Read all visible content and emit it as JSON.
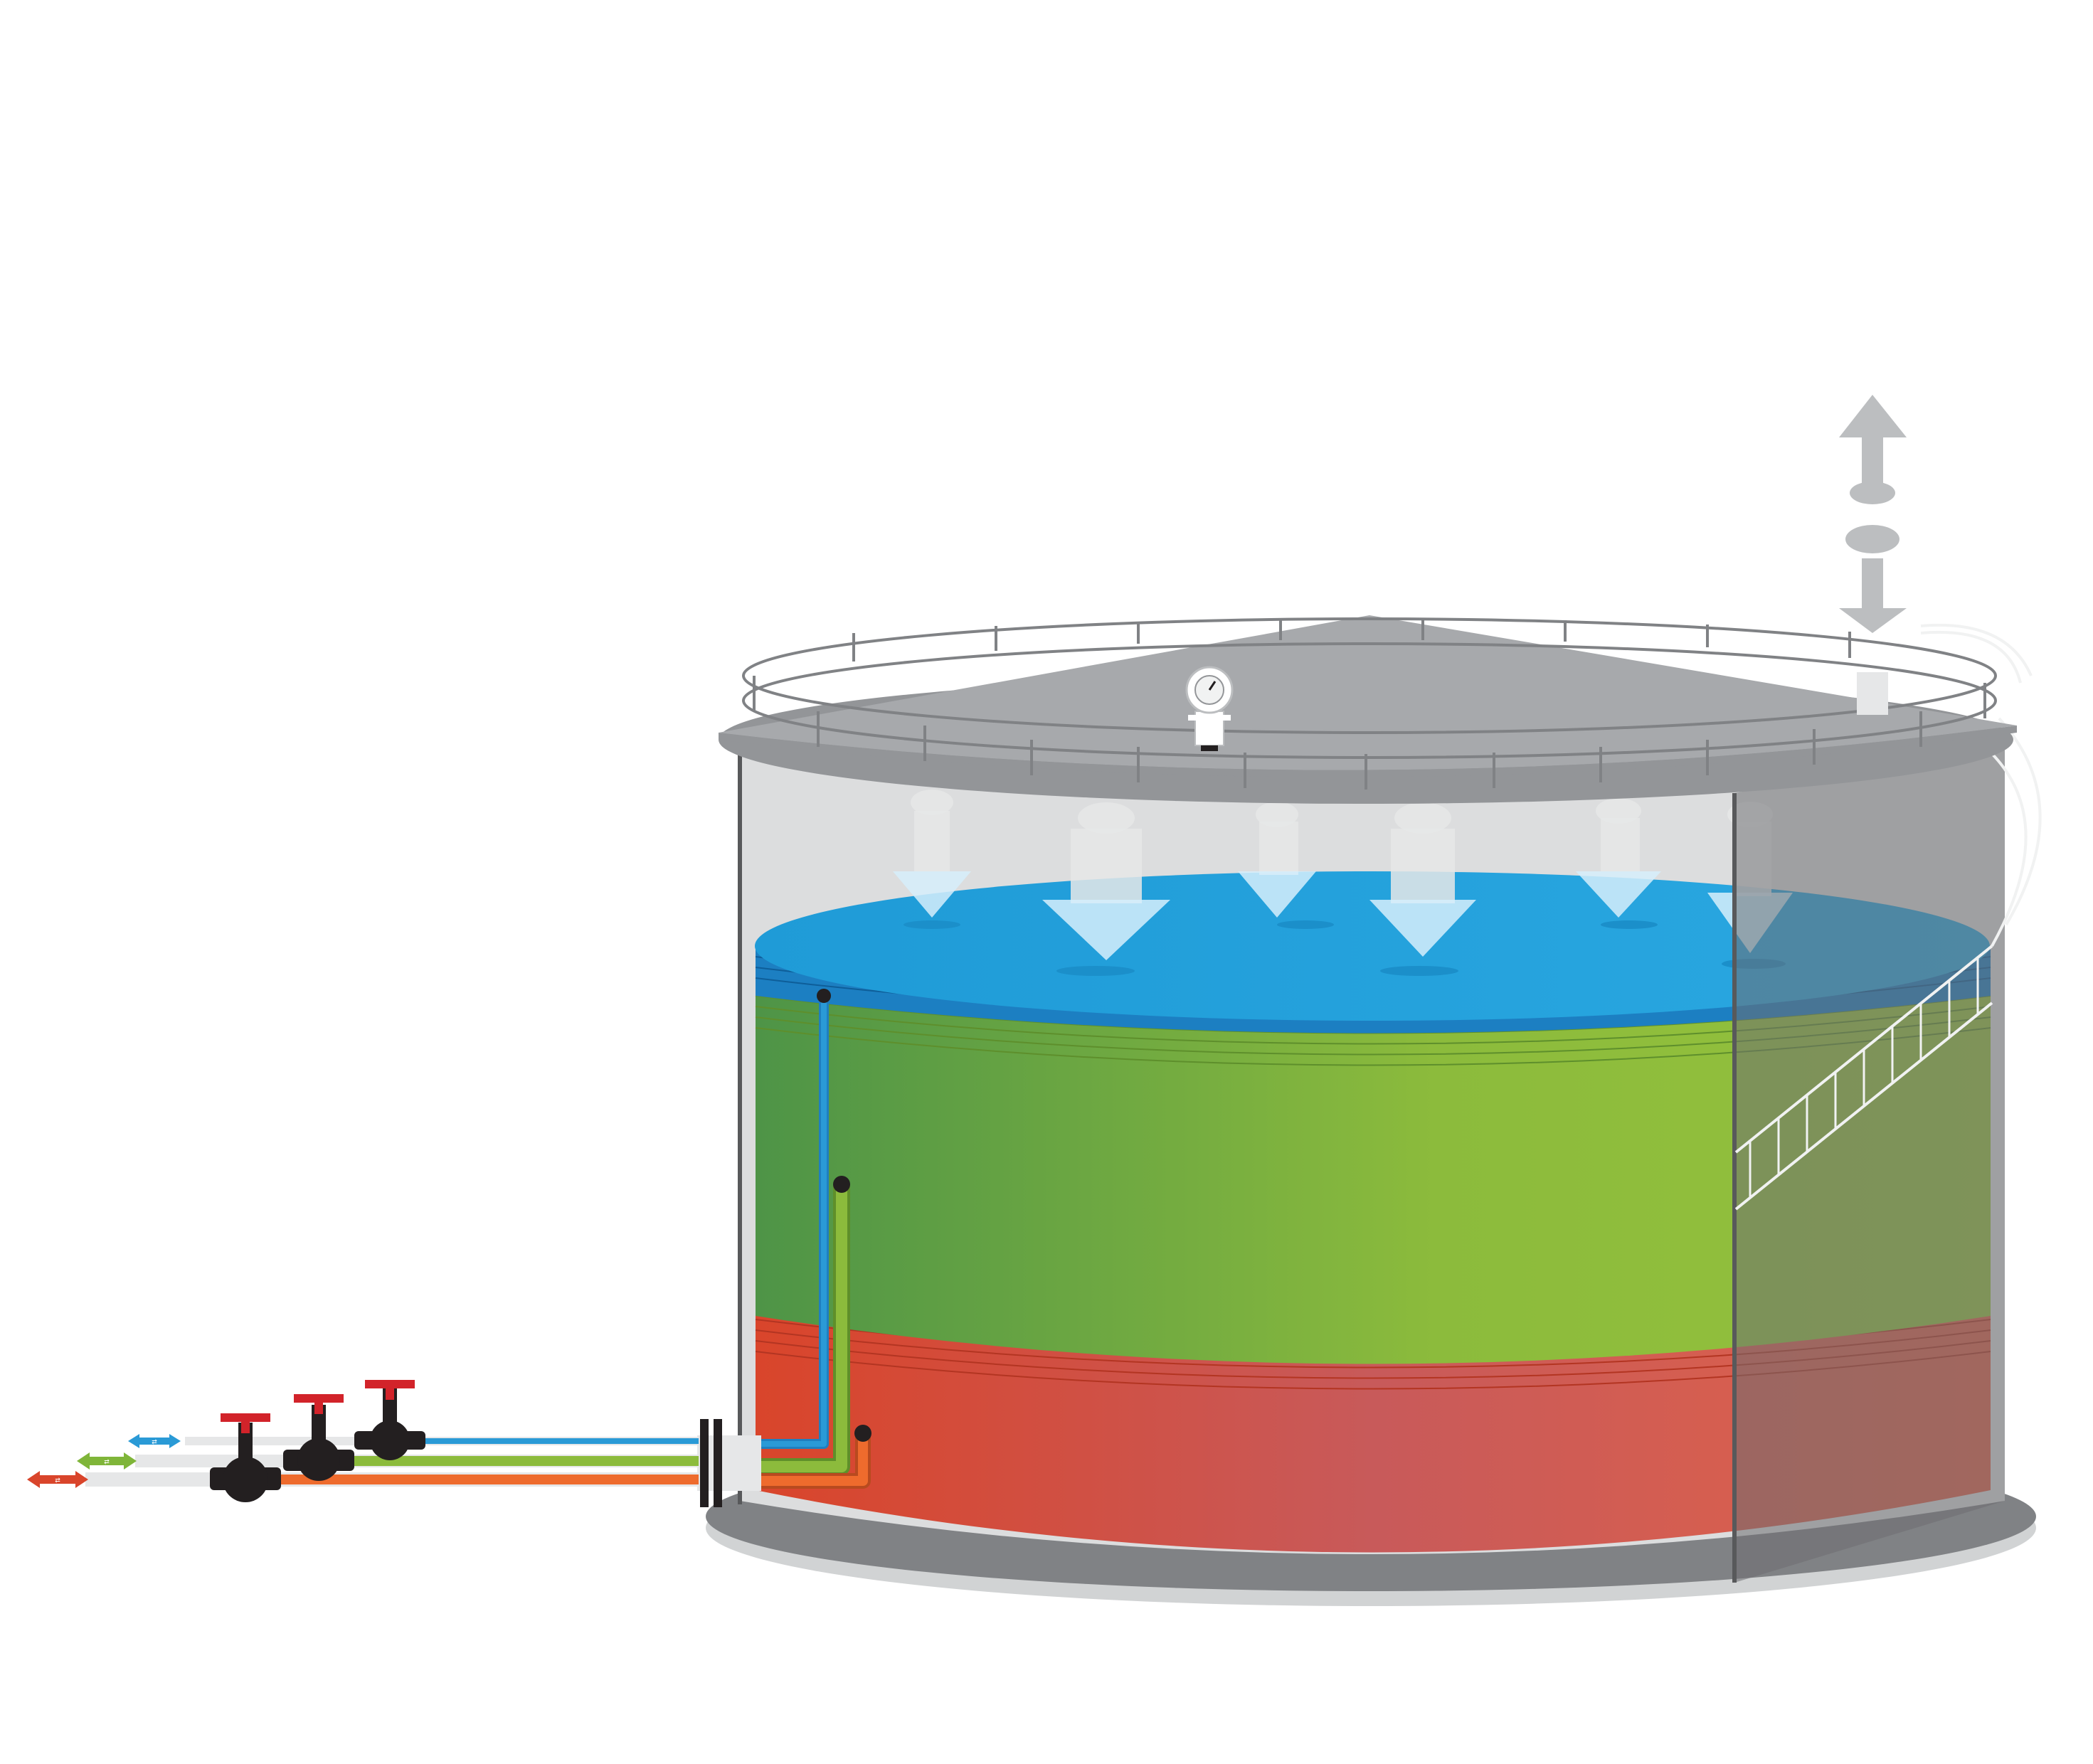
{
  "diagram": {
    "title": "",
    "layers": [
      {
        "name": "top-layer",
        "color": "#29a9e0"
      },
      {
        "name": "middle-layer",
        "color": "#8cbb3c"
      },
      {
        "name": "bottom-layer",
        "color": "#d9452b"
      }
    ],
    "pipe_lines": [
      {
        "name": "blue-line",
        "color": "#2a9ad6",
        "arrow_label": "⇄"
      },
      {
        "name": "green-line",
        "color": "#7fb539",
        "arrow_label": "⇄"
      },
      {
        "name": "orange-line",
        "color": "#ee6b2d",
        "arrow_label": "⇄"
      }
    ],
    "colors": {
      "roof": "#a7a9ac",
      "shell_edge": "#58595b",
      "valve_body": "#231f20",
      "valve_handle": "#d2232a",
      "vapor": "#e6e7e8"
    }
  }
}
